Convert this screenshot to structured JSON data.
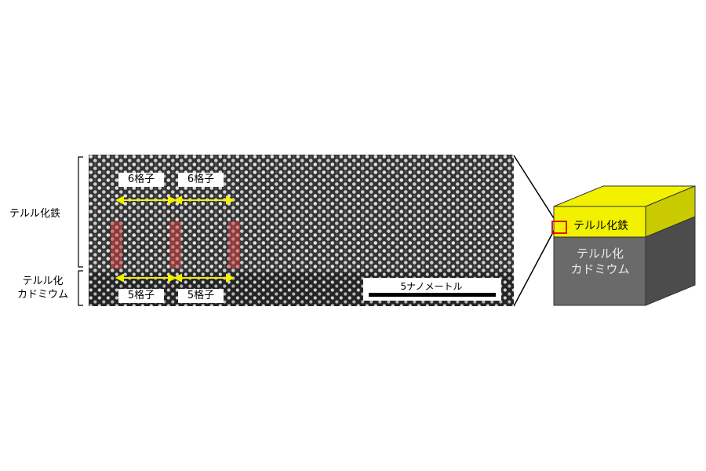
{
  "left_labels": {
    "top": "テルル化鉄",
    "bottom_line1": "テルル化",
    "bottom_line2": "カドミウム"
  },
  "lattice_labels": {
    "top_left": "6格子",
    "top_right": "6格子",
    "bottom_left": "5格子",
    "bottom_right": "5格子"
  },
  "scale_bar": {
    "label": "5ナノメートル"
  },
  "cube": {
    "top_layer_label": "テルル化鉄",
    "bottom_line1": "テルル化",
    "bottom_line2": "カドミウム"
  },
  "colors": {
    "arrow": "#f0f000",
    "film": "#f2f200",
    "substrate": "#666666",
    "marker": "#d04040"
  }
}
